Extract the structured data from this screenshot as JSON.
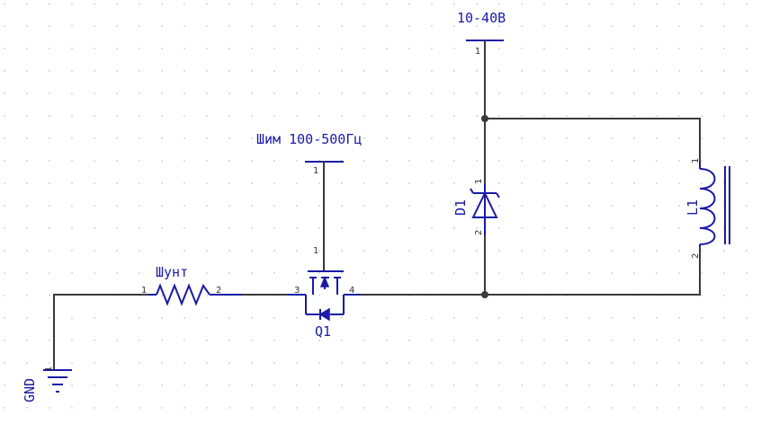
{
  "labels": {
    "supply": "10-40В",
    "pwm": "Шим 100-500Гц",
    "shunt": "Шунт",
    "mosfet": "Q1",
    "diode": "D1",
    "inductor": "L1",
    "ground": "GND"
  },
  "pins": {
    "shunt_left": "1",
    "shunt_right": "2",
    "mos_gate": "1",
    "mos_source": "3",
    "mos_drain": "4",
    "pwm_pin": "1",
    "supply_pin": "1",
    "diode_top": "1",
    "diode_bottom": "2",
    "inductor_top": "1",
    "inductor_bottom": "2",
    "gnd_pin": "1"
  },
  "colors": {
    "component": "#1a1aa6",
    "wire": "#3a3a3a",
    "grid": "#c8c8c8"
  }
}
